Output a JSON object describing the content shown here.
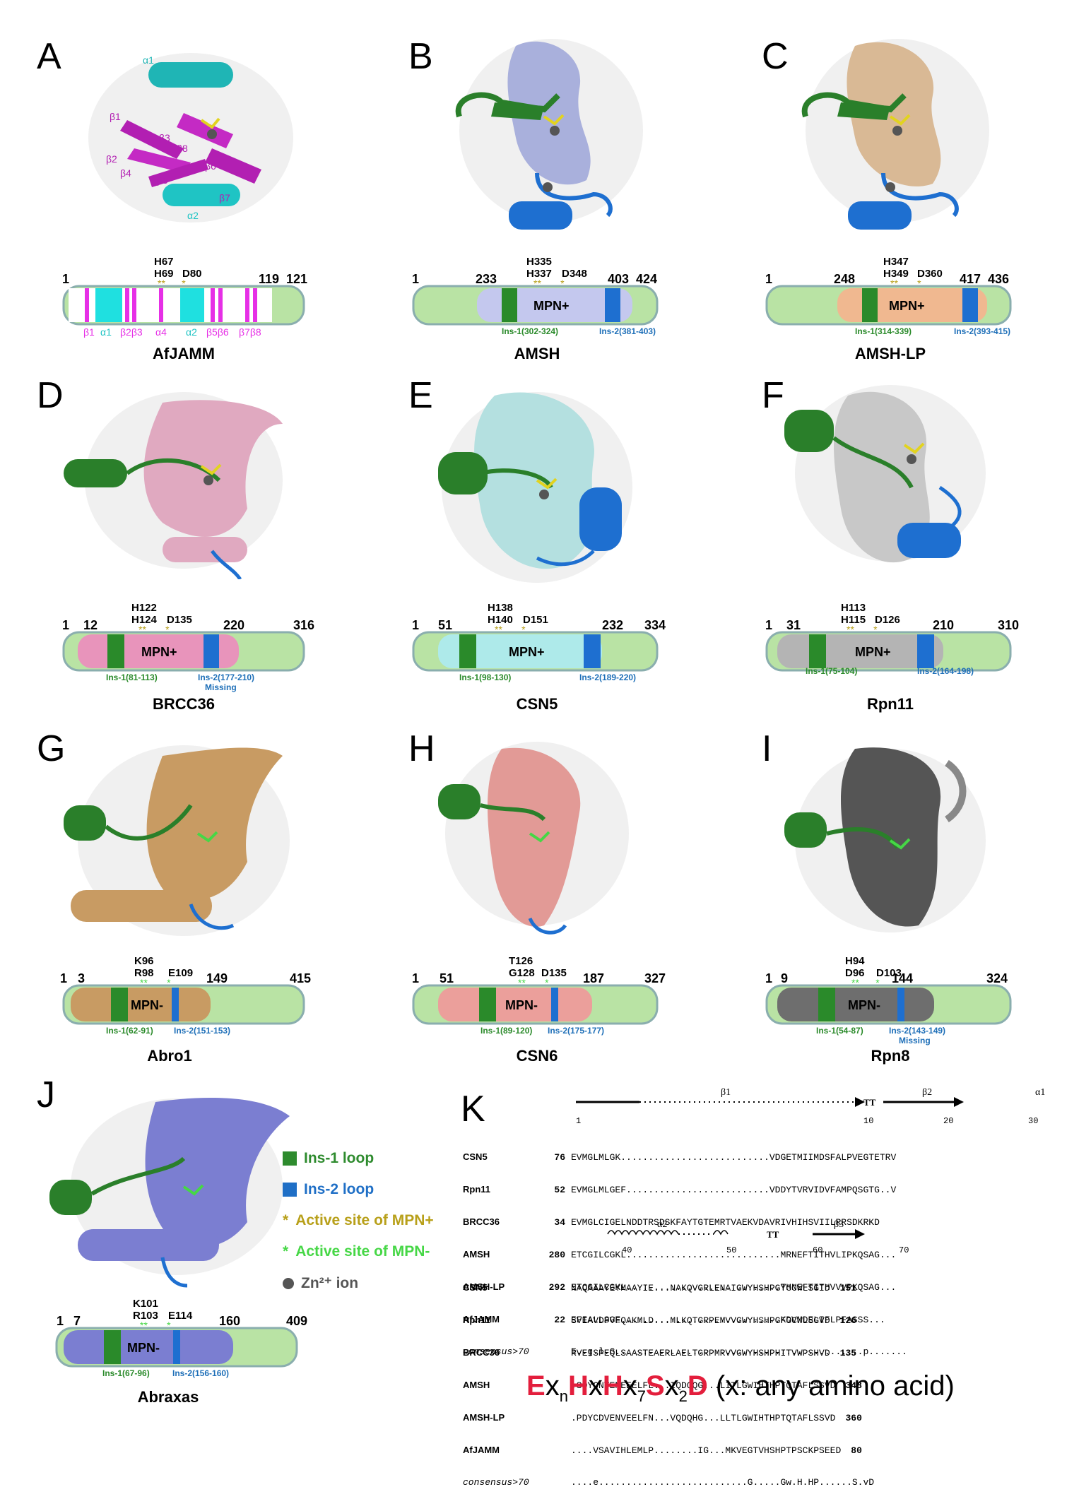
{
  "legend": {
    "items": [
      {
        "label": "Ins-1 loop",
        "color": "#2e8b2e"
      },
      {
        "label": "Ins-2 loop",
        "color": "#1f6fc6"
      },
      {
        "label": "Active site of MPN+",
        "color": "#b8a01a",
        "star": "*"
      },
      {
        "label": "Active site of MPN-",
        "color": "#46d746",
        "star": "*"
      },
      {
        "label": "Zn²⁺ ion",
        "color": "#555555"
      }
    ]
  },
  "panels": [
    {
      "letter": "A",
      "name": "AfJAMM",
      "start": "1",
      "mpn_start": "",
      "ins2_end": "119",
      "end": "121",
      "residues": [
        "H67",
        "H69",
        "D80"
      ],
      "mpn_label": "",
      "ins1": "",
      "ins2": "",
      "missing": ""
    },
    {
      "letter": "B",
      "name": "AMSH",
      "start": "1",
      "mpn_start": "233",
      "ins2_end": "403",
      "end": "424",
      "residues": [
        "H335",
        "H337",
        "D348"
      ],
      "mpn_label": "MPN+",
      "ins1": "Ins-1(302-324)",
      "ins2": "Ins-2(381-403)",
      "missing": ""
    },
    {
      "letter": "C",
      "name": "AMSH-LP",
      "start": "1",
      "mpn_start": "248",
      "ins2_end": "417",
      "end": "436",
      "residues": [
        "H347",
        "H349",
        "D360"
      ],
      "mpn_label": "MPN+",
      "ins1": "Ins-1(314-339)",
      "ins2": "Ins-2(393-415)",
      "missing": ""
    },
    {
      "letter": "D",
      "name": "BRCC36",
      "start": "1",
      "mpn_start": "12",
      "ins2_end": "220",
      "end": "316",
      "residues": [
        "H122",
        "H124",
        "D135"
      ],
      "mpn_label": "MPN+",
      "ins1": "Ins-1(81-113)",
      "ins2": "Ins-2(177-210)",
      "missing": "Missing"
    },
    {
      "letter": "E",
      "name": "CSN5",
      "start": "1",
      "mpn_start": "51",
      "ins2_end": "232",
      "end": "334",
      "residues": [
        "H138",
        "H140",
        "D151"
      ],
      "mpn_label": "MPN+",
      "ins1": "Ins-1(98-130)",
      "ins2": "Ins-2(189-220)",
      "missing": ""
    },
    {
      "letter": "F",
      "name": "Rpn11",
      "start": "1",
      "mpn_start": "31",
      "ins2_end": "210",
      "end": "310",
      "residues": [
        "H113",
        "H115",
        "D126"
      ],
      "mpn_label": "MPN+",
      "ins1": "Ins-1(75-104)",
      "ins2": "Ins-2(164-198)",
      "missing": ""
    },
    {
      "letter": "G",
      "name": "Abro1",
      "start": "1",
      "mpn_start": "3",
      "ins2_end": "149",
      "end": "415",
      "residues": [
        "K96",
        "R98",
        "E109"
      ],
      "mpn_label": "MPN-",
      "ins1": "Ins-1(62-91)",
      "ins2": "Ins-2(151-153)",
      "missing": ""
    },
    {
      "letter": "H",
      "name": "CSN6",
      "start": "1",
      "mpn_start": "51",
      "ins2_end": "187",
      "end": "327",
      "residues": [
        "T126",
        "G128",
        "D135"
      ],
      "mpn_label": "MPN-",
      "ins1": "Ins-1(89-120)",
      "ins2": "Ins-2(175-177)",
      "missing": ""
    },
    {
      "letter": "I",
      "name": "Rpn8",
      "start": "1",
      "mpn_start": "9",
      "ins2_end": "144",
      "end": "324",
      "residues": [
        "H94",
        "D96",
        "D103"
      ],
      "mpn_label": "MPN-",
      "ins1": "Ins-1(54-87)",
      "ins2": "Ins-2(143-149)",
      "missing": "Missing"
    },
    {
      "letter": "J",
      "name": "Abraxas",
      "start": "1",
      "mpn_start": "7",
      "ins2_end": "160",
      "end": "409",
      "residues": [
        "K101",
        "R103",
        "E114"
      ],
      "mpn_label": "MPN-",
      "ins1": "Ins-1(67-96)",
      "ins2": "Ins-2(156-160)",
      "missing": ""
    }
  ],
  "afjamm_labels": [
    "β1",
    "α1",
    "β2β3",
    "α4",
    "α2",
    "β5β6",
    "β7β8"
  ],
  "struct_labels_A": [
    "α1",
    "β1",
    "β2",
    "β3",
    "β4",
    "β5",
    "β6",
    "β7",
    "β8",
    "α2"
  ],
  "alignment": {
    "letter": "K",
    "block1": {
      "ss": [
        "β1",
        "TT",
        "β2",
        "α1"
      ],
      "ruler": [
        "1",
        "10",
        "20",
        "30"
      ],
      "rows": [
        {
          "name": "CSN5",
          "pos": "76",
          "seq": "EVMGLMLGK...........................VDGETMIIMDSFALPVEGTETRV"
        },
        {
          "name": "Rpn11",
          "pos": "52",
          "seq": "EVMGLMLGEF..........................VDDYTVRVIDVFAMPQSGTG..V"
        },
        {
          "name": "BRCC36",
          "pos": "34",
          "seq": "EVMGLCIGELNDDTRSDSKFAYTGTEMRTVAEKVDAVRIVHIHSVIILRRSDKRKD"
        },
        {
          "name": "AMSH",
          "pos": "280",
          "seq": "ETCGILCGKL............................MRNEFTITHVLIPKQSAG..."
        },
        {
          "name": "AMSH-LP",
          "pos": "292",
          "seq": "ETCGILCGKL............................THNEFTITHVVVPKQSAG..."
        },
        {
          "name": "AfJAMM",
          "pos": "22",
          "seq": "EFIALLSGE.............................KDVMDELIFLPFASSS..."
        },
        {
          "name": "consensus>70",
          "pos": "",
          "seq": "E..g.l.G.............................................p......."
        }
      ]
    },
    "block2": {
      "ss": [
        "α2",
        "TT",
        "β3"
      ],
      "ruler": [
        "40",
        "50",
        "60",
        "70"
      ],
      "rows": [
        {
          "name": "CSN5",
          "seq": "NAQAAAYEYMAAYIE...NAKQVGRLENAIGWYHSHPGYGCWLSGID",
          "end": "151"
        },
        {
          "name": "Rpn11",
          "seq": "SVEAVDPVFQAKMLD...MLKQTGRPEMVVGWYHSHPGFGCWLSGVD",
          "end": "126"
        },
        {
          "name": "BRCC36",
          "seq": "RVEISPEQLSAASTEAERLAELTGRPMRVVGWYHSHPHITVWPSHVD",
          "end": "135"
        },
        {
          "name": "AMSH",
          "seq": ".SDYCNTENEEELFL...IQDQQG...LITLGWIHTHPTQTAFLSSVD",
          "end": "348"
        },
        {
          "name": "AMSH-LP",
          "seq": ".PDYCDVENVEELFN...VQDQHG...LLTLGWIHTHPTQTAFLSSVD",
          "end": "360"
        },
        {
          "name": "AfJAMM",
          "seq": "....VSAVIHLEMLP........IG...MKVEGTVHSHPTPSCKPSEED",
          "end": "80"
        },
        {
          "name": "consensus>70",
          "seq": "....e...........................G.....Gw.H.HP......S.vD",
          "end": ""
        }
      ]
    }
  },
  "motif": {
    "parts": [
      "E",
      "x",
      "n",
      "H",
      "x",
      "H",
      "x",
      "7",
      "S",
      "x",
      "2",
      "D"
    ],
    "suffix": " (x: any amino acid)"
  }
}
